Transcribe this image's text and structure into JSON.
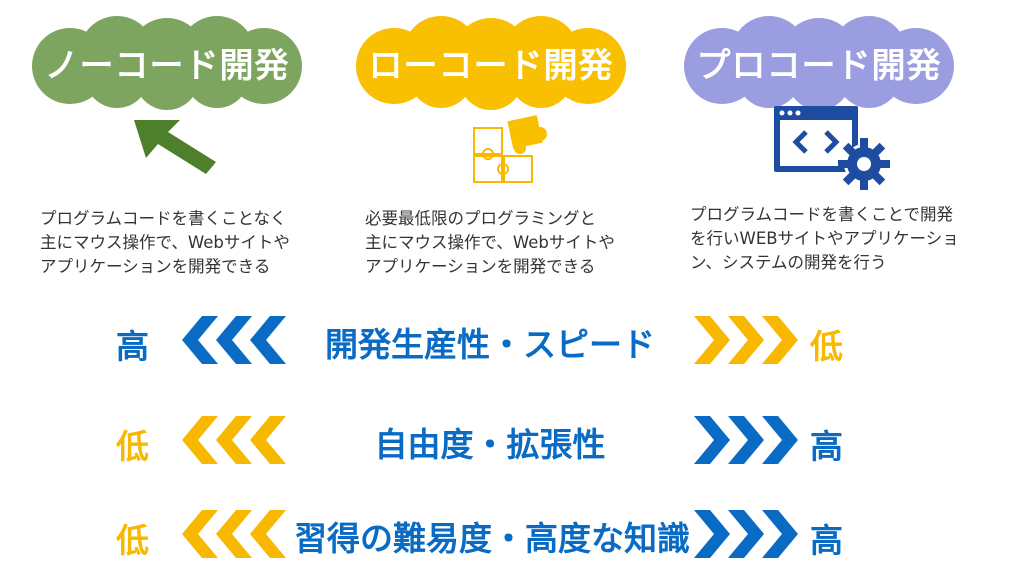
{
  "columns": [
    {
      "title": "ノーコード開発",
      "color": "#7ea55f",
      "icon": "cursor-arrow-icon",
      "description": [
        "プログラムコードを書くことなく",
        "主にマウス操作で、Webサイトや",
        "アプリケーションを開発できる"
      ]
    },
    {
      "title": "ローコード開発",
      "color": "#f8c000",
      "icon": "puzzle-icon",
      "description": [
        "必要最低限のプログラミングと",
        "主にマウス操作で、Webサイトや",
        "アプリケーションを開発できる"
      ]
    },
    {
      "title": "プロコード開発",
      "color": "#9a9de0",
      "icon": "code-window-gear-icon",
      "description": [
        "プログラムコードを書くことで開発",
        "を行いWEBサイトやアプリケーショ",
        "ン、システムの開発を行う"
      ]
    }
  ],
  "rows": [
    {
      "label": "開発生産性・スピード",
      "left": "高",
      "right": "低",
      "left_color": "#0a6bc4",
      "right_color": "#f8b800"
    },
    {
      "label": "自由度・拡張性",
      "left": "低",
      "right": "高",
      "left_color": "#f8b800",
      "right_color": "#0a6bc4"
    },
    {
      "label": "習得の難易度・高度な知識",
      "left": "低",
      "right": "高",
      "left_color": "#f8b800",
      "right_color": "#0a6bc4"
    }
  ],
  "colors": {
    "blue": "#0a6bc4",
    "yellow": "#f8b800",
    "text": "#333333"
  }
}
